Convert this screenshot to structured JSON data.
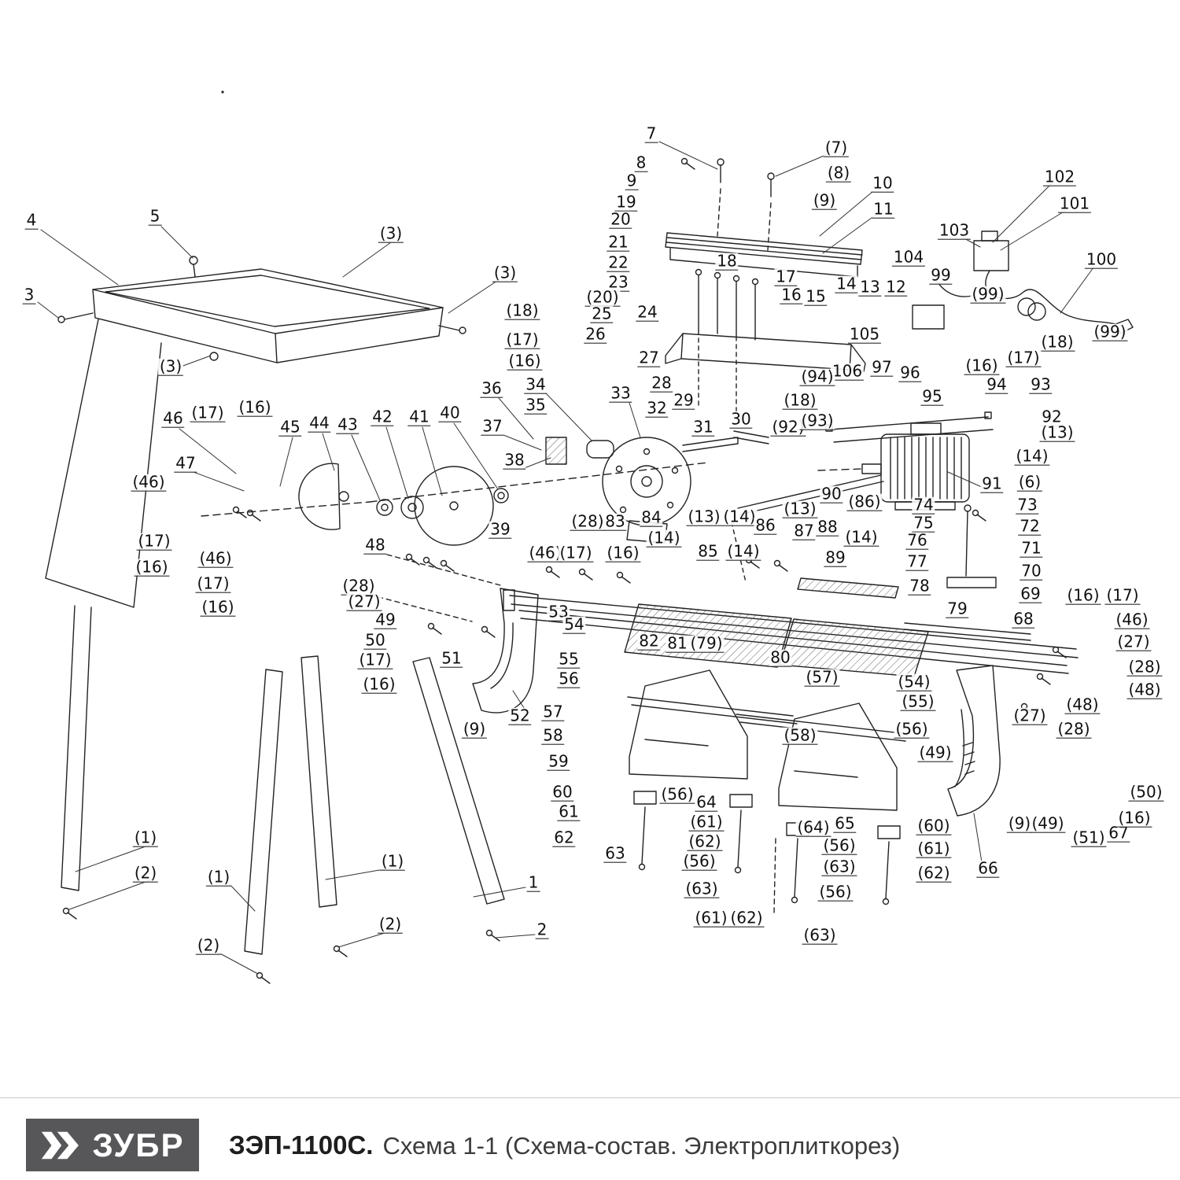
{
  "footer": {
    "logo": "ЗУБР",
    "model": "ЗЭП-1100С.",
    "subtitle": "Схема 1-1 (Схема-состав. Электроплиткорез)",
    "logo_bg_color": "#57575a",
    "divider_color": "#c9c9c9"
  },
  "diagram": {
    "description": "Exploded parts diagram of electric tile cutter",
    "labels": [
      [
        "4",
        40,
        282
      ],
      [
        "5",
        197,
        277
      ],
      [
        "(3)",
        497,
        299
      ],
      [
        "3",
        37,
        377
      ],
      [
        "(3)",
        642,
        349
      ],
      [
        "(3)",
        217,
        468
      ],
      [
        "7",
        828,
        172
      ],
      [
        "8",
        815,
        209
      ],
      [
        "9",
        803,
        232
      ],
      [
        "(7)",
        1063,
        190
      ],
      [
        "(8)",
        1066,
        222
      ],
      [
        "(9)",
        1048,
        257
      ],
      [
        "10",
        1122,
        235
      ],
      [
        "11",
        1123,
        268
      ],
      [
        "19",
        796,
        259
      ],
      [
        "20",
        789,
        281
      ],
      [
        "21",
        786,
        310
      ],
      [
        "22",
        786,
        336
      ],
      [
        "23",
        786,
        361
      ],
      [
        "(20)",
        766,
        380
      ],
      [
        "25",
        765,
        401
      ],
      [
        "26",
        757,
        427
      ],
      [
        "24",
        823,
        399
      ],
      [
        "18",
        924,
        334
      ],
      [
        "17",
        999,
        354
      ],
      [
        "16",
        1006,
        377
      ],
      [
        "15",
        1037,
        379
      ],
      [
        "14",
        1076,
        363
      ],
      [
        "13",
        1106,
        367
      ],
      [
        "12",
        1139,
        367
      ],
      [
        "104",
        1155,
        329
      ],
      [
        "99",
        1196,
        352
      ],
      [
        "(99)",
        1256,
        376
      ],
      [
        "102",
        1347,
        227
      ],
      [
        "101",
        1366,
        261
      ],
      [
        "103",
        1213,
        295
      ],
      [
        "100",
        1400,
        332
      ],
      [
        "(99)",
        1411,
        424
      ],
      [
        "(18)",
        1344,
        437
      ],
      [
        "(17)",
        1301,
        457
      ],
      [
        "(16)",
        1248,
        467
      ],
      [
        "105",
        1099,
        427
      ],
      [
        "27",
        825,
        457
      ],
      [
        "28",
        841,
        489
      ],
      [
        "29",
        869,
        511
      ],
      [
        "(18)",
        1017,
        511
      ],
      [
        "106",
        1077,
        474
      ],
      [
        "97",
        1121,
        469
      ],
      [
        "96",
        1157,
        476
      ],
      [
        "(94)",
        1039,
        481
      ],
      [
        "95",
        1185,
        506
      ],
      [
        "94",
        1267,
        491
      ],
      [
        "93",
        1323,
        491
      ],
      [
        "92",
        1337,
        532
      ],
      [
        "(13)",
        1344,
        552
      ],
      [
        "(92)",
        1002,
        545
      ],
      [
        "(93)",
        1039,
        537
      ],
      [
        "30",
        942,
        535
      ],
      [
        "31",
        894,
        545
      ],
      [
        "32",
        835,
        521
      ],
      [
        "33",
        789,
        502
      ],
      [
        "34",
        681,
        491
      ],
      [
        "35",
        681,
        517
      ],
      [
        "(18)",
        664,
        397
      ],
      [
        "(17)",
        664,
        434
      ],
      [
        "(16)",
        667,
        461
      ],
      [
        "36",
        625,
        496
      ],
      [
        "37",
        626,
        544
      ],
      [
        "38",
        654,
        587
      ],
      [
        "(14)",
        1312,
        582
      ],
      [
        "91",
        1261,
        617
      ],
      [
        "90",
        1057,
        630
      ],
      [
        "(86)",
        1099,
        640
      ],
      [
        "(13)",
        1017,
        649
      ],
      [
        "(14)",
        940,
        659
      ],
      [
        "(13)",
        895,
        659
      ],
      [
        "46",
        220,
        534
      ],
      [
        "(17)",
        264,
        527
      ],
      [
        "(16)",
        324,
        520
      ],
      [
        "45",
        369,
        545
      ],
      [
        "44",
        406,
        540
      ],
      [
        "43",
        442,
        542
      ],
      [
        "42",
        486,
        532
      ],
      [
        "41",
        533,
        532
      ],
      [
        "40",
        572,
        527
      ],
      [
        "47",
        236,
        591
      ],
      [
        "(46)",
        189,
        615
      ],
      [
        "(17)",
        196,
        690
      ],
      [
        "(16)",
        193,
        723
      ],
      [
        "(46)",
        274,
        712
      ],
      [
        "(17)",
        271,
        744
      ],
      [
        "(16)",
        277,
        774
      ],
      [
        "39",
        636,
        675
      ],
      [
        "(28)",
        747,
        665
      ],
      [
        "83",
        782,
        665
      ],
      [
        "84",
        828,
        660
      ],
      [
        "(14)",
        844,
        686
      ],
      [
        "48",
        477,
        695
      ],
      [
        "(28)",
        456,
        747
      ],
      [
        "(27)",
        463,
        767
      ],
      [
        "49",
        490,
        790
      ],
      [
        "50",
        477,
        816
      ],
      [
        "(17)",
        477,
        841
      ],
      [
        "(16)",
        482,
        872
      ],
      [
        "51",
        574,
        839
      ],
      [
        "(46)",
        693,
        705
      ],
      [
        "(17)",
        732,
        705
      ],
      [
        "(16)",
        792,
        705
      ],
      [
        "85",
        900,
        703
      ],
      [
        "(14)",
        945,
        703
      ],
      [
        "86",
        973,
        670
      ],
      [
        "87",
        1022,
        677
      ],
      [
        "88",
        1052,
        672
      ],
      [
        "89",
        1062,
        711
      ],
      [
        "(14)",
        1095,
        685
      ],
      [
        "74",
        1174,
        644
      ],
      [
        "75",
        1174,
        667
      ],
      [
        "76",
        1166,
        689
      ],
      [
        "77",
        1166,
        716
      ],
      [
        "78",
        1169,
        747
      ],
      [
        "(6)",
        1309,
        615
      ],
      [
        "73",
        1306,
        644
      ],
      [
        "72",
        1309,
        671
      ],
      [
        "71",
        1311,
        699
      ],
      [
        "70",
        1311,
        728
      ],
      [
        "69",
        1310,
        757
      ],
      [
        "79",
        1217,
        776
      ],
      [
        "68",
        1301,
        789
      ],
      [
        "(16)",
        1377,
        759
      ],
      [
        "(17)",
        1427,
        759
      ],
      [
        "(46)",
        1439,
        790
      ],
      [
        "(27)",
        1441,
        818
      ],
      [
        "(28)",
        1455,
        850
      ],
      [
        "(48)",
        1455,
        879
      ],
      [
        "(48)",
        1376,
        898
      ],
      [
        "53",
        710,
        780
      ],
      [
        "54",
        730,
        796
      ],
      [
        "82",
        825,
        817
      ],
      [
        "81",
        861,
        820
      ],
      [
        "(79)",
        898,
        820
      ],
      [
        "80",
        992,
        838
      ],
      [
        "(57)",
        1045,
        863
      ],
      [
        "(54)",
        1162,
        869
      ],
      [
        "(55)",
        1167,
        894
      ],
      [
        "(56)",
        1159,
        929
      ],
      [
        "(49)",
        1189,
        959
      ],
      [
        "55",
        723,
        840
      ],
      [
        "56",
        723,
        865
      ],
      [
        "57",
        703,
        907
      ],
      [
        "58",
        703,
        937
      ],
      [
        "59",
        710,
        970
      ],
      [
        "60",
        715,
        1009
      ],
      [
        "61",
        723,
        1034
      ],
      [
        "62",
        717,
        1067
      ],
      [
        "63",
        782,
        1087
      ],
      [
        "52",
        661,
        912
      ],
      [
        "(9)",
        603,
        929
      ],
      [
        "(58)",
        1017,
        937
      ],
      [
        "(56)",
        861,
        1012
      ],
      [
        "64",
        898,
        1022
      ],
      [
        "(61)",
        898,
        1047
      ],
      [
        "(62)",
        896,
        1072
      ],
      [
        "(56)",
        889,
        1097
      ],
      [
        "(63)",
        892,
        1132
      ],
      [
        "(61)",
        904,
        1169
      ],
      [
        "(62)",
        949,
        1169
      ],
      [
        "(64)",
        1034,
        1054
      ],
      [
        "65",
        1074,
        1049
      ],
      [
        "(56)",
        1067,
        1077
      ],
      [
        "(63)",
        1067,
        1104
      ],
      [
        "(56)",
        1062,
        1136
      ],
      [
        "(63)",
        1042,
        1191
      ],
      [
        "(60)",
        1187,
        1052
      ],
      [
        "(61)",
        1187,
        1081
      ],
      [
        "(62)",
        1187,
        1112
      ],
      [
        "66",
        1256,
        1106
      ],
      [
        "(9)",
        1296,
        1049
      ],
      [
        "(49)",
        1332,
        1049
      ],
      [
        "(51)",
        1384,
        1067
      ],
      [
        "67",
        1422,
        1061
      ],
      [
        "(16)",
        1442,
        1042
      ],
      [
        "(50)",
        1457,
        1009
      ],
      [
        "(27)",
        1309,
        912
      ],
      [
        "(28)",
        1365,
        929
      ],
      [
        "(1)",
        185,
        1067
      ],
      [
        "(2)",
        185,
        1112
      ],
      [
        "(1)",
        278,
        1117
      ],
      [
        "(2)",
        265,
        1204
      ],
      [
        "(1)",
        499,
        1097
      ],
      [
        "(2)",
        496,
        1177
      ],
      [
        "1",
        678,
        1124
      ],
      [
        "2",
        689,
        1184
      ]
    ]
  }
}
